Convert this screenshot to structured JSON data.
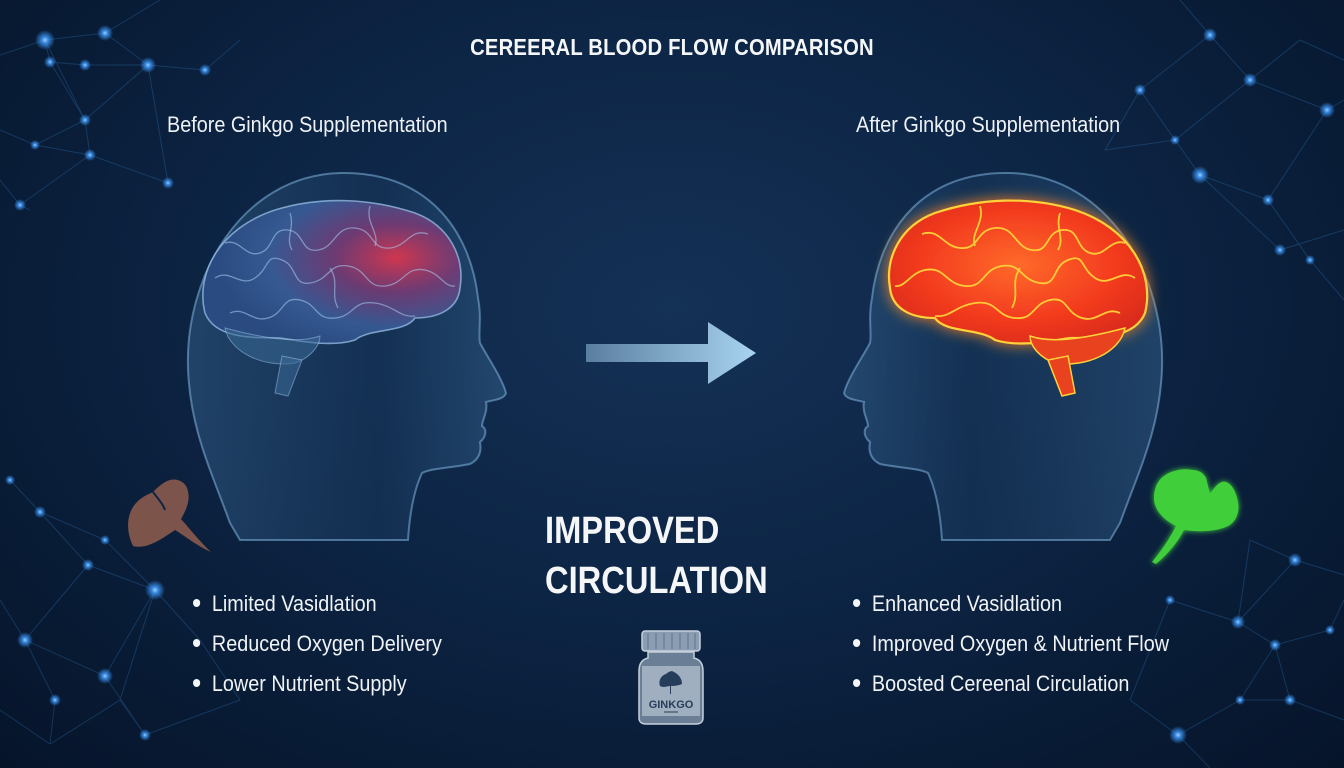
{
  "title": "CEREERAL BLOOD FLOW COMPARISON",
  "before": {
    "heading": "Before Ginkgo Supplementation",
    "brain_state": "dim-blue-with-red-frontal",
    "leaf_color": "#8a5a4c",
    "bullets": [
      "Limited Vasidlation",
      "Reduced Oxygen Delivery",
      "Lower Nutrient Supply"
    ]
  },
  "after": {
    "heading": "After Ginkgo Supplementation",
    "brain_state": "glowing-orange-red",
    "leaf_color": "#3fcf3a",
    "bullets": [
      "Enhanced Vasidlation",
      "Improved Oxygen & Nutrient Flow",
      "Boosted Cereenal Circulation"
    ]
  },
  "center": {
    "headline_line1": "IMPROVED",
    "headline_line2": "CIRCULATION",
    "arrow_icon": "right-arrow-icon",
    "bottle_label": "GINKGO"
  },
  "colors": {
    "background": "#0d2545",
    "before_glow": "#d9374f",
    "after_glow": "#ff5a1f",
    "after_vein": "#ffd23a",
    "network_node": "#3d9bff",
    "arrow_start": "#5a7ea0",
    "arrow_end": "#a8d4f0"
  }
}
